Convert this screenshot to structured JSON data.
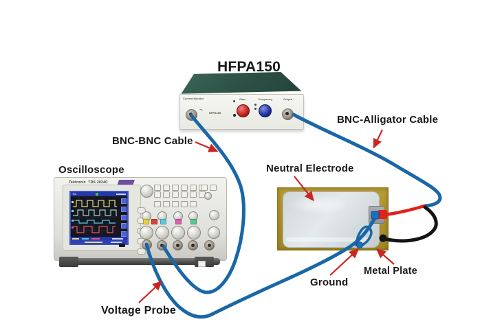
{
  "theme": {
    "cable_blue": "#1a67a8",
    "arrow_red": "#cc2420",
    "wire_red": "#e0211c",
    "wire_black": "#141414",
    "amp_green": "#2e5247",
    "plate_gold": "#ac9232",
    "label_color": "#181818"
  },
  "callouts": {
    "amplifier_title": "HFPA150",
    "oscilloscope": "Oscilloscope",
    "bnc_bnc_cable": "BNC-BNC Cable",
    "bnc_alligator_cable": "BNC-Alligator Cable",
    "neutral_electrode": "Neutral Electrode",
    "ground": "Ground",
    "metal_plate": "Metal Plate",
    "voltage_probe": "Voltage Probe"
  },
  "amplifier": {
    "panel": {
      "current_monitor": "Current Monitor",
      "model": "HFPA150",
      "gain": "Gain",
      "frequency": "Frequency",
      "output": "Output"
    }
  },
  "oscilloscope": {
    "brand": "Tektronix",
    "model": "TDS 2024C",
    "screen_logo": "Tek"
  }
}
